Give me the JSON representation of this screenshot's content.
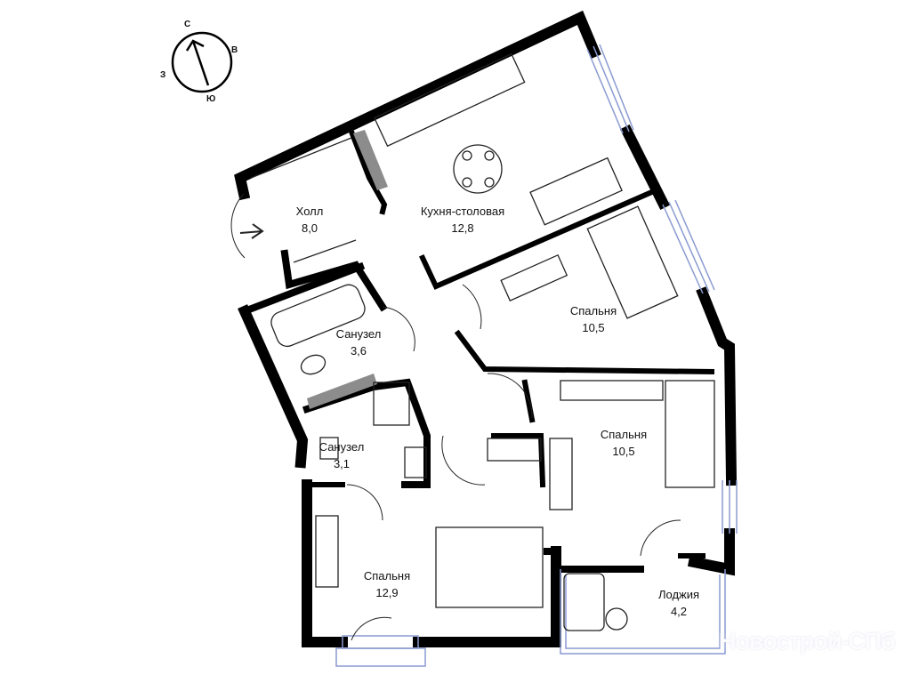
{
  "compass": {
    "north": "С",
    "east": "В",
    "south": "Ю",
    "west": "З"
  },
  "rooms": [
    {
      "name": "Холл",
      "area": "8,0"
    },
    {
      "name": "Кухня-столовая",
      "area": "12,8"
    },
    {
      "name": "Спальня",
      "area": "10,5"
    },
    {
      "name": "Санузел",
      "area": "3,6"
    },
    {
      "name": "Санузел",
      "area": "3,1"
    },
    {
      "name": "Спальня",
      "area": "10,5"
    },
    {
      "name": "Спальня",
      "area": "12,9"
    },
    {
      "name": "Лоджия",
      "area": "4,2"
    }
  ],
  "watermark": "Новострой-СПб",
  "colors": {
    "wall": "#000000",
    "window": "#8a9ad0",
    "furniture": "#222222",
    "shaft": "#8c8c8c"
  }
}
